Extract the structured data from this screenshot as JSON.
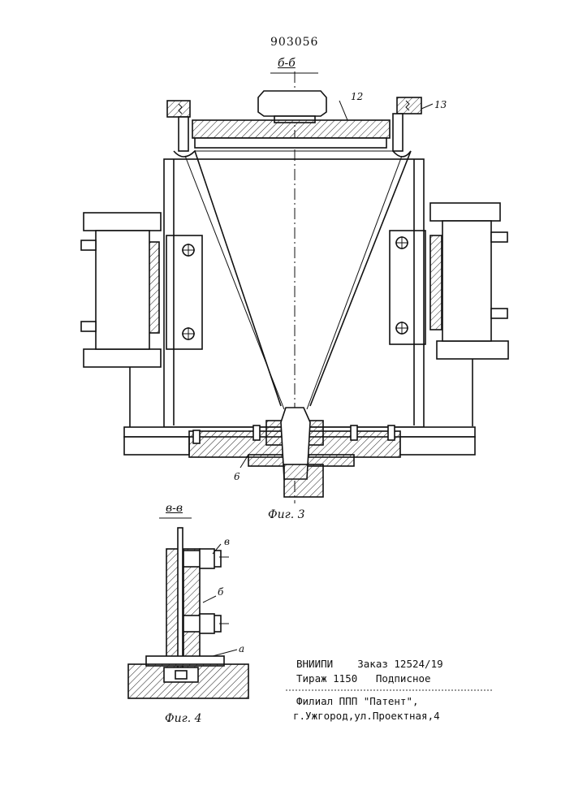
{
  "patent_number": "903056",
  "figure3": {
    "section_label": "б-б",
    "caption": "Фиг. 3",
    "part_numbers": {
      "p12": "12",
      "p13": "13",
      "p6": "6"
    }
  },
  "figure4": {
    "section_label": "в-в",
    "caption": "Фиг. 4",
    "part_numbers": {
      "top": "в",
      "mid": "б",
      "bottom": "а"
    }
  },
  "imprint": {
    "line1": "ВНИИПИ    Заказ 12524/19",
    "line2": "Тираж 1150   Подписное",
    "line3": "Филиал ППП \"Патент\",",
    "line4": "г.Ужгород,ул.Проектная,4"
  }
}
